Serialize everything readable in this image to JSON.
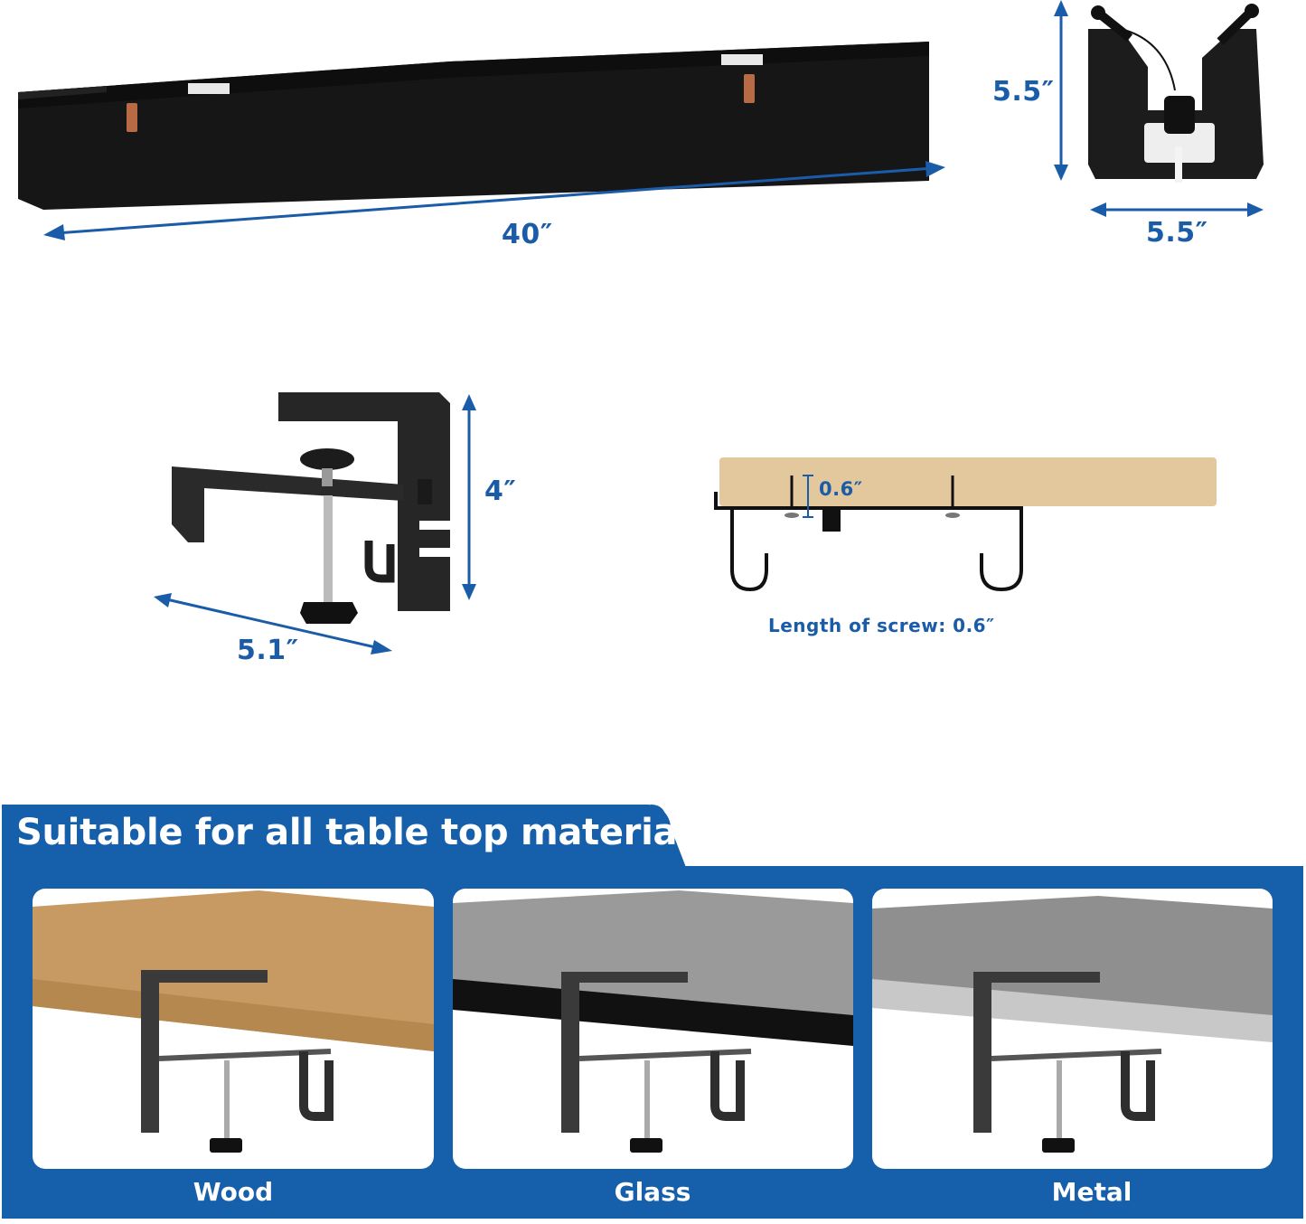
{
  "colors": {
    "accent_blue": "#1a5ca8",
    "panel_blue": "#165fab",
    "product_black": "#1a1a1a",
    "strap_brown": "#b86a45",
    "wood": "#c69a62",
    "light_wood": "#e3c79d"
  },
  "tray_front": {
    "length_label": "40″"
  },
  "tray_side": {
    "height_label": "5.5″",
    "width_label": "5.5″"
  },
  "clamp": {
    "height_label": "4″",
    "depth_label": "5.1″"
  },
  "screw_diagram": {
    "screw_label": "0.6″",
    "caption": "Length of screw: 0.6″"
  },
  "materials_section": {
    "heading": "Suitable for all table top materials",
    "cards": [
      {
        "label": "Wood"
      },
      {
        "label": "Glass"
      },
      {
        "label": "Metal"
      }
    ]
  }
}
